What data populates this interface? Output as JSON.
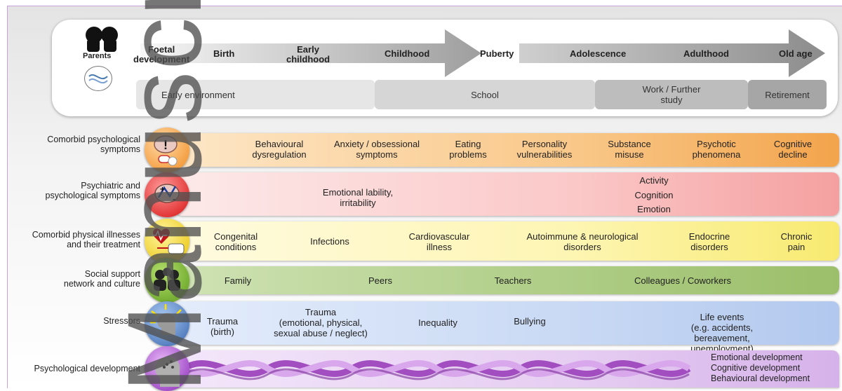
{
  "timeline": {
    "parents_label": "Parents",
    "stages": [
      {
        "label": "Foetal\ndevelopment"
      },
      {
        "label": "Birth"
      },
      {
        "label": "Early\nchildhood"
      },
      {
        "label": "Childhood"
      },
      {
        "label": "Puberty"
      },
      {
        "label": "Adolescence"
      },
      {
        "label": "Adulthood"
      },
      {
        "label": "Old age"
      }
    ],
    "environments": [
      {
        "label": "Early environment"
      },
      {
        "label": "School"
      },
      {
        "label": "Work / Further\nstudy"
      },
      {
        "label": "Retirement"
      }
    ]
  },
  "rows": [
    {
      "key": "comorbid-psych",
      "label": "Comorbid psychological\nsymptoms",
      "items": [
        "Behavioural\ndysregulation",
        "Anxiety / obsessional\nsymptoms",
        "Eating\nproblems",
        "Personality\nvulnerabilities",
        "Substance\nmisuse",
        "Psychotic\nphenomena",
        "Cognitive\ndecline"
      ]
    },
    {
      "key": "psychiatric",
      "label": "Psychiatric and\npsychological symptoms",
      "items": [
        "Emotional lability,\nirritability",
        "Activity",
        "Cognition",
        "Emotion"
      ]
    },
    {
      "key": "physical",
      "label": "Comorbid physical illnesses\nand their treatment",
      "items": [
        "Congenital\nconditions",
        "Infections",
        "Cardiovascular\nillness",
        "Autoimmune & neurological\ndisorders",
        "Endocrine\ndisorders",
        "Chronic\npain"
      ]
    },
    {
      "key": "social",
      "label": "Social support\nnetwork and culture",
      "items": [
        "Family",
        "Peers",
        "Teachers",
        "Colleagues / Coworkers"
      ]
    },
    {
      "key": "stressors",
      "label": "Stressors",
      "items": [
        "Trauma\n(birth)",
        "Trauma\n(emotional, physical,\nsexual abuse / neglect)",
        "Inequality",
        "Bullying",
        "Life events\n(e.g. accidents, bereavement, unemployment)"
      ]
    },
    {
      "key": "development",
      "label": "Psychological development",
      "items": [
        "Emotional development",
        "Cognitive development",
        "Behavioural development"
      ]
    }
  ],
  "watermark": {
    "text": "Manuscript"
  },
  "colors": {
    "orange": "#f6b766",
    "red": "#f49494",
    "yellow": "#fbf3a0",
    "green": "#a9c97e",
    "blue": "#bcd0ef",
    "purple": "#e2c6f0"
  }
}
